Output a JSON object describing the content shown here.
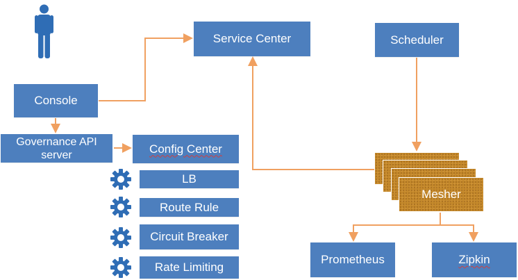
{
  "diagram": {
    "nodes": {
      "service_center": "Service Center",
      "scheduler": "Scheduler",
      "console": "Console",
      "governance_api_line1": "Governance API",
      "governance_api_line2": "server",
      "config_center": "Config Center",
      "lb": "LB",
      "route_rule": "Route Rule",
      "circuit_breaker": "Circuit Breaker",
      "rate_limiting": "Rate Limiting",
      "mesher": "Mesher",
      "prometheus": "Prometheus",
      "zipkin": "Zipkin"
    },
    "colors": {
      "box": "#4d7fbe",
      "arrow": "#f0a060",
      "mesher": "#c68a2c",
      "person": "#2f6db5",
      "gear": "#2f6db5"
    },
    "icons": [
      "person-icon",
      "gear-icon"
    ]
  }
}
